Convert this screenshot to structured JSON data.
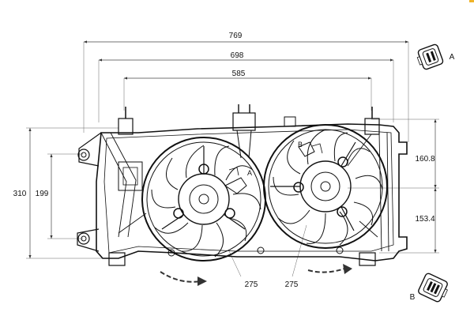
{
  "dimensions": {
    "overall_width": "769",
    "shroud_width": "698",
    "fan_span": "585",
    "overall_height": "310",
    "inner_height": "199",
    "upper_right": "160.8",
    "lower_right": "153.4",
    "left_fan_diameter": "275",
    "right_fan_diameter": "275"
  },
  "connectors": {
    "a": "A",
    "b": "B"
  },
  "labels": {
    "fan_mark_a": "A",
    "fan_mark_b": "B"
  },
  "colors": {
    "line": "#111111",
    "dimension_line": "#444444",
    "accent": "#f0b429"
  }
}
